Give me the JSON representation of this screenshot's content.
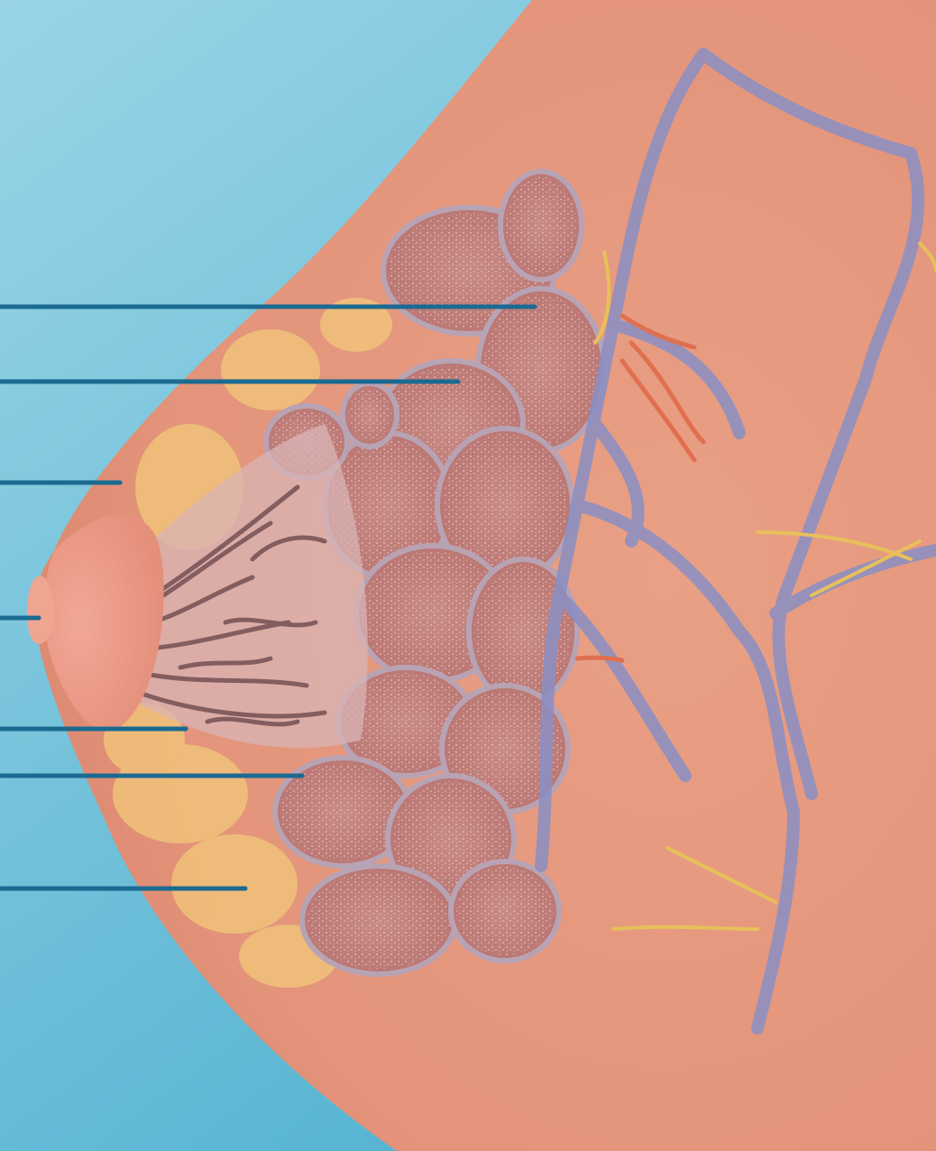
{
  "diagram": {
    "colors": {
      "background_light": "#8fd0e3",
      "background_dark": "#5bb6d2",
      "skin": "#e8987e",
      "skin_shadow": "#d9806a",
      "glandular_lobes": "#c47f7a",
      "lobe_outline": "#b8a3b4",
      "fat": "#f1c27a",
      "ducts": "#d9b1b4",
      "veins": "#8a8fc4",
      "arteries": "#e07050",
      "nerves": "#e8c05a",
      "leader_line": "#1b6a92"
    },
    "leader_lines": [
      {
        "id": "lobules",
        "label": ""
      },
      {
        "id": "lobe-edge",
        "label": ""
      },
      {
        "id": "areola",
        "label": ""
      },
      {
        "id": "nipple",
        "label": ""
      },
      {
        "id": "lactiferous-duct",
        "label": ""
      },
      {
        "id": "duct-branch",
        "label": ""
      },
      {
        "id": "fatty-tissue",
        "label": ""
      }
    ]
  }
}
